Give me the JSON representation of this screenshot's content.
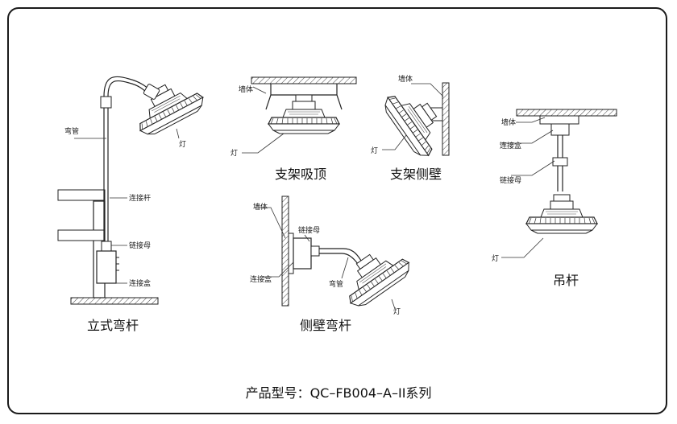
{
  "panels": {
    "floor_pole": {
      "caption": "立式弯杆",
      "labels": {
        "bent_pipe": "弯管",
        "lamp": "灯",
        "connecting_rod": "连接杆",
        "chain_nut": "链接母",
        "junction_box": "连接盒"
      }
    },
    "ceiling_bracket": {
      "caption": "支架吸顶",
      "labels": {
        "wall": "墙体",
        "lamp": "灯"
      }
    },
    "wall_bracket": {
      "caption": "支架侧壁",
      "labels": {
        "wall": "墙体",
        "lamp": "灯"
      }
    },
    "pendant_rod": {
      "caption": "吊杆",
      "labels": {
        "wall": "墙体",
        "junction_box": "连接盒",
        "chain_nut": "链接母",
        "lamp": "灯"
      }
    },
    "side_wall_bent": {
      "caption": "侧壁弯杆",
      "labels": {
        "wall": "墙体",
        "chain_nut": "链接母",
        "junction_box": "连接盒",
        "bent_pipe": "弯管",
        "lamp": "灯"
      }
    }
  },
  "model": {
    "text": "产品型号：QC–FB004–A–II系列"
  }
}
